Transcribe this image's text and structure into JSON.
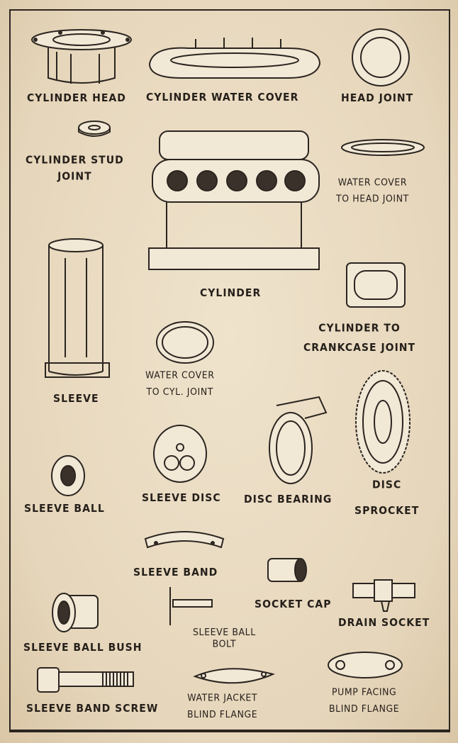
{
  "parts": {
    "cylinder_head": "CYLINDER HEAD",
    "cylinder_water_cover": "CYLINDER WATER COVER",
    "head_joint": "HEAD JOINT",
    "cylinder_stud_joint": [
      "CYLINDER STUD",
      "JOINT"
    ],
    "water_cover_to_head_joint": [
      "WATER COVER",
      "TO HEAD JOINT"
    ],
    "cylinder": "CYLINDER",
    "cylinder_to_crankcase_joint": [
      "CYLINDER TO",
      "CRANKCASE JOINT"
    ],
    "water_cover_to_cyl_joint": [
      "WATER COVER",
      "TO CYL. JOINT"
    ],
    "sleeve": "SLEEVE",
    "sleeve_disc": "SLEEVE DISC",
    "disc_bearing": "DISC BEARING",
    "disc_sprocket": [
      "DISC",
      "SPROCKET"
    ],
    "sleeve_ball": "SLEEVE BALL",
    "sleeve_band": "SLEEVE BAND",
    "socket_cap": "SOCKET CAP",
    "drain_socket": "DRAIN SOCKET",
    "sleeve_ball_bolt": [
      "SLEEVE BALL",
      "BOLT"
    ],
    "sleeve_ball_bush": "SLEEVE BALL BUSH",
    "sleeve_band_screw": "SLEEVE BAND SCREW",
    "water_jacket_blind_flange": [
      "WATER JACKET",
      "BLIND FLANGE"
    ],
    "pump_facing_blind_flange": [
      "PUMP FACING",
      "BLIND FLANGE"
    ]
  }
}
